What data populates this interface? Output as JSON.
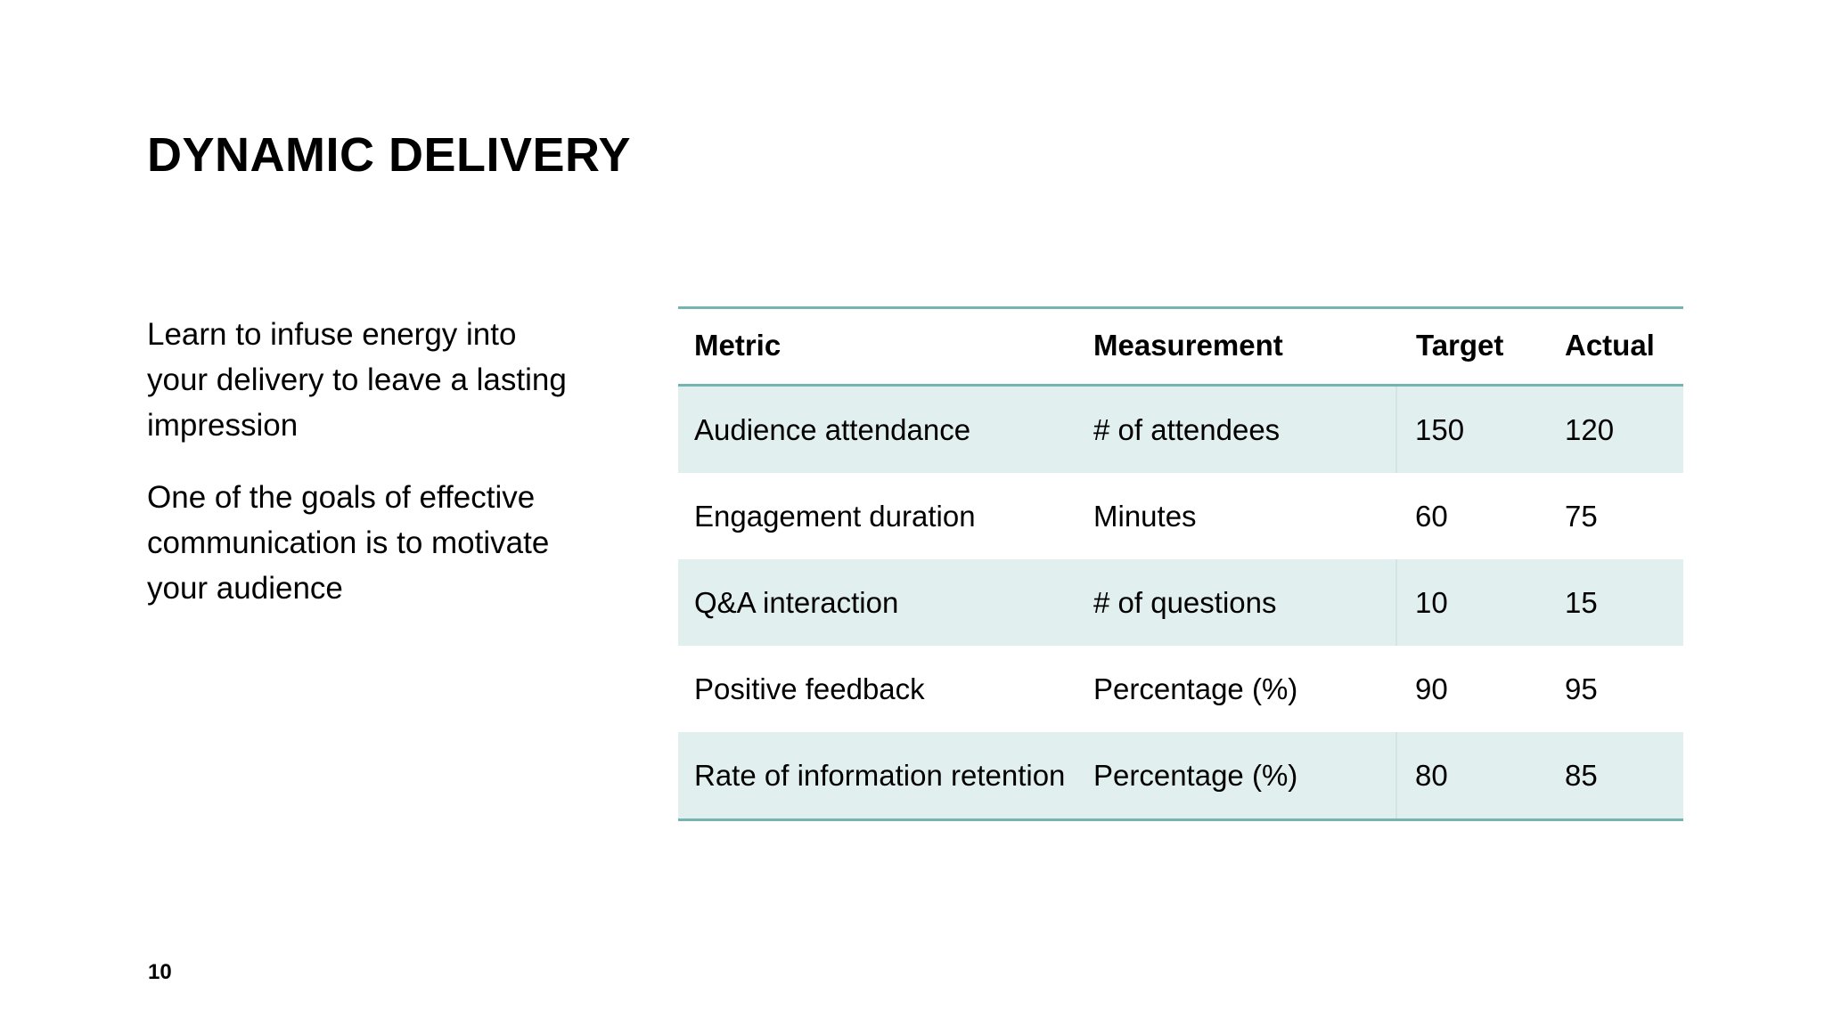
{
  "slide": {
    "title": "DYNAMIC DELIVERY",
    "page_number": "10",
    "accent_color": "#74b4b1",
    "row_shade_color": "#e2efef",
    "text_color": "#000000",
    "background_color": "#ffffff"
  },
  "body": {
    "paragraphs": [
      "Learn to infuse energy into your delivery to leave a lasting impression",
      "One of the goals of effective communication is to motivate your audience"
    ]
  },
  "table": {
    "headers": [
      "Metric",
      "Measurement",
      "Target",
      "Actual"
    ],
    "rows": [
      {
        "metric": "Audience attendance",
        "measurement": "# of attendees",
        "target": "150",
        "actual": "120"
      },
      {
        "metric": "Engagement duration",
        "measurement": "Minutes",
        "target": "60",
        "actual": "75"
      },
      {
        "metric": "Q&A interaction",
        "measurement": "# of questions",
        "target": "10",
        "actual": "15"
      },
      {
        "metric": "Positive feedback",
        "measurement": "Percentage (%)",
        "target": "90",
        "actual": "95"
      },
      {
        "metric": "Rate of information retention",
        "measurement": "Percentage (%)",
        "target": "80",
        "actual": "85"
      }
    ]
  }
}
